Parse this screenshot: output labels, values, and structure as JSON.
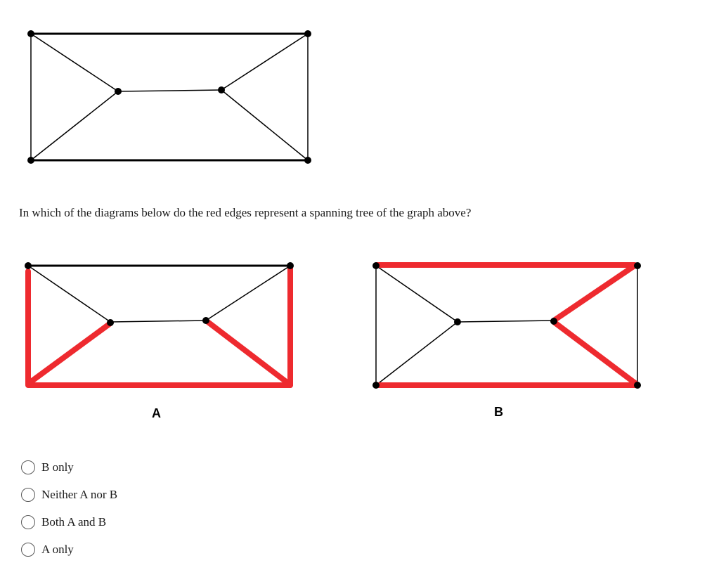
{
  "question": {
    "text": "In which of the diagrams below do the red edges represent a spanning tree of the graph above?"
  },
  "diagrams": {
    "a_label": "A",
    "b_label": "B"
  },
  "options": [
    {
      "label": "B only",
      "selected": false
    },
    {
      "label": "Neither A nor B",
      "selected": false
    },
    {
      "label": "Both A and B",
      "selected": false
    },
    {
      "label": "A only",
      "selected": false
    }
  ],
  "colors": {
    "edge": "#000000",
    "highlight_edge": "#ee2a2f",
    "radio_border": "#5a5a5a"
  }
}
